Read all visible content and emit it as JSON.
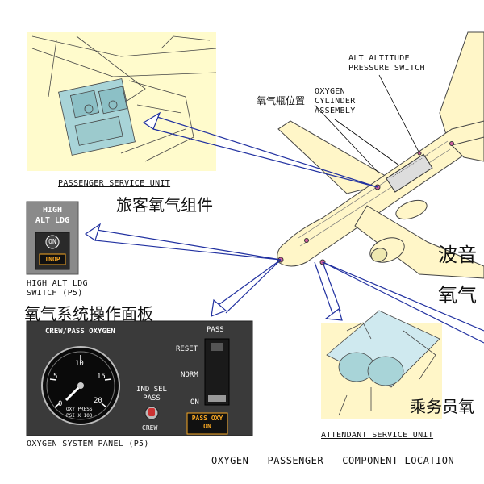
{
  "passenger_service_unit": {
    "title": "PASSENGER SERVICE UNIT",
    "cn": "旅客氧气组件"
  },
  "high_alt_ldg": {
    "panel_title_1": "HIGH",
    "panel_title_2": "ALT LDG",
    "on_label": "ON",
    "inop_label": "INOP",
    "caption_1": "HIGH ALT LDG",
    "caption_2": "SWITCH (P5)",
    "cn": "氧气系统操作面板"
  },
  "alt_switch": {
    "line1": "ALT ALTITUDE",
    "line2": "PRESSURE SWITCH"
  },
  "oxygen_cylinder": {
    "line1": "OXYGEN",
    "line2": "CYLINDER",
    "line3": "ASSEMBLY",
    "cn": "氧气瓶位置"
  },
  "right_cn": {
    "line1": "波音",
    "line2": "氧气"
  },
  "oxygen_panel": {
    "title": "CREW/PASS OXYGEN",
    "gauge_ticks": [
      "0",
      "5",
      "10",
      "15",
      "20"
    ],
    "gauge_label_1": "OXY PRESS",
    "gauge_label_2": "PSI X 100",
    "ind_sel_1": "IND SEL",
    "ind_sel_2": "PASS",
    "crew_label": "CREW",
    "pass_label": "PASS",
    "reset_label": "RESET",
    "norm_label": "NORM",
    "on_label": "ON",
    "pass_oxy_1": "PASS OXY",
    "pass_oxy_2": "ON",
    "caption": "OXYGEN SYSTEM PANEL (P5)"
  },
  "attendant": {
    "title": "ATTENDANT SERVICE UNIT",
    "cn": "乘务员氧"
  },
  "footer": {
    "caption": "OXYGEN - PASSENGER - COMPONENT LOCATION"
  },
  "colors": {
    "highlight": "#fffbcc",
    "airplane": "#fff6c8",
    "arrow": "#2030a0",
    "panel_bg": "#3a3a3a",
    "amber": "#f5a623"
  }
}
